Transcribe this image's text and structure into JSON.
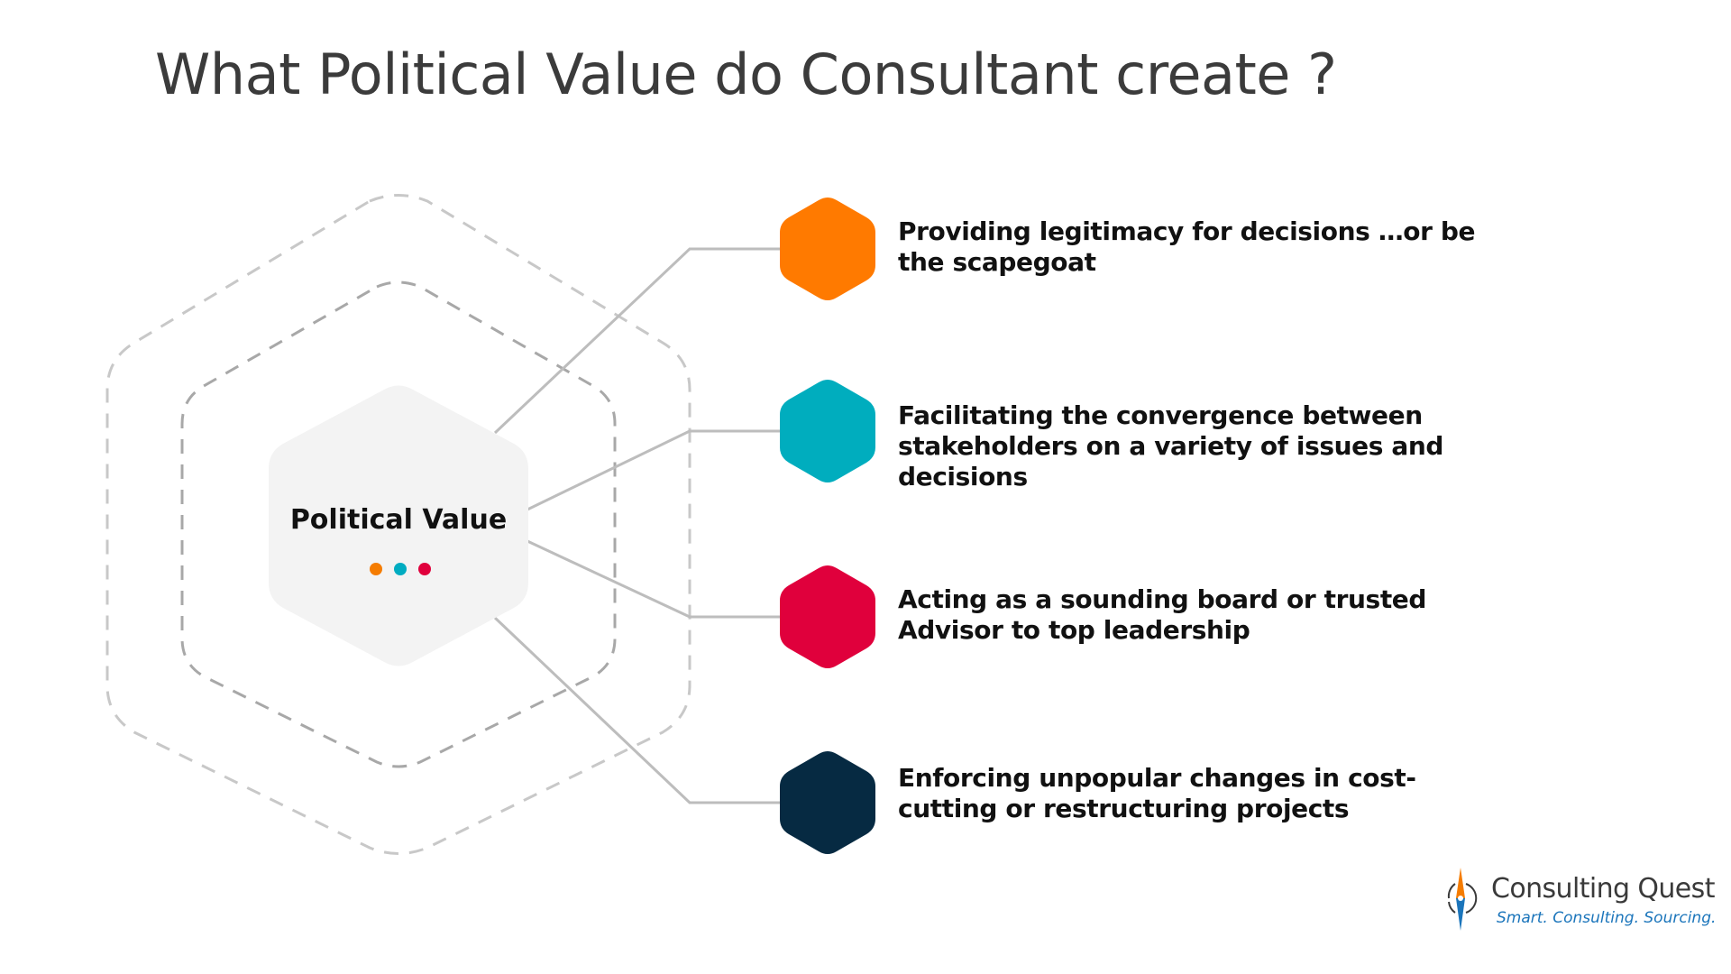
{
  "slide": {
    "title": "What Political Value do Consultant create ?"
  },
  "center": {
    "label": "Political Value",
    "dot_colors": [
      "#f57c00",
      "#00acc1",
      "#e0003c"
    ]
  },
  "items": [
    {
      "text": "Providing legitimacy for decisions …or be the scapegoat",
      "color": "#ff7a00"
    },
    {
      "text": "Facilitating the convergence between stakeholders on a variety of issues and decisions",
      "color": "#00adbe"
    },
    {
      "text": "Acting as a sounding board or trusted Advisor to top leadership",
      "color": "#e0003c"
    },
    {
      "text": "Enforcing unpopular changes in cost-cutting or restructuring projects",
      "color": "#062a42"
    }
  ],
  "logo": {
    "name": "Consulting Quest",
    "tagline": "Smart. Consulting. Sourcing.",
    "icon": "compass-icon"
  }
}
